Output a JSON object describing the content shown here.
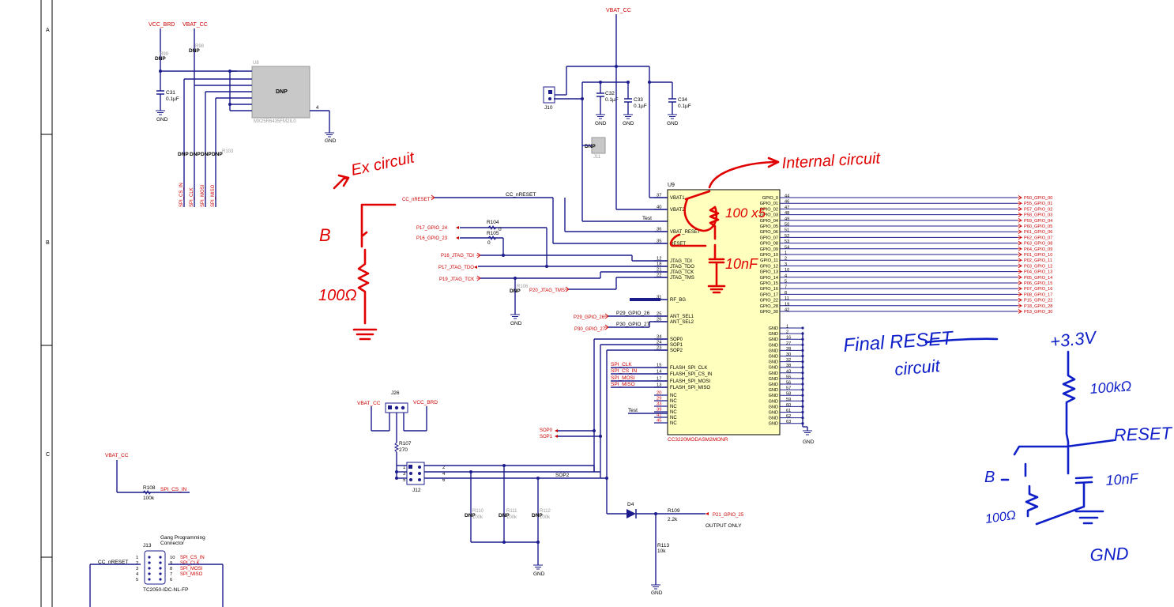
{
  "frame": {
    "zones": [
      "A",
      "B",
      "C"
    ]
  },
  "top_left": {
    "vcc_brd": "VCC_BRD",
    "vbat_cc": "VBAT_CC",
    "r99": "R99",
    "r98": "R98",
    "dnp": "DNP",
    "c31": "C31",
    "c31_val": "0.1µF",
    "gnd": "GND",
    "u8": "U8",
    "u8_part": "MX25R6435FM2IL0",
    "u8_body": "DNP",
    "u8_pin4": "4",
    "r103": "R103",
    "spi_nets": [
      "SPI_CS_IN",
      "SPI_CLK",
      "SPI_MOSI",
      "SPI_MISO"
    ]
  },
  "top_center": {
    "vbat_cc": "VBAT_CC",
    "j10": "J10",
    "j11": "J11",
    "j11_body": "DNP",
    "c32": "C32",
    "c33": "C33",
    "c34": "C34",
    "cap_val": "0.1µF",
    "gnd": "GND"
  },
  "u9": {
    "ref": "U9",
    "part": "CC3220MODASM2MONR",
    "left_pins": [
      {
        "num": "37",
        "name": "VBAT1"
      },
      {
        "num": "40",
        "name": "VBAT2"
      },
      {
        "num": "36",
        "name": "VBAT_RESET"
      },
      {
        "num": "35",
        "name": "RESET"
      },
      {
        "num": "12",
        "name": "JTAG_TDI"
      },
      {
        "num": "18",
        "name": "JTAG_TDO"
      },
      {
        "num": "21",
        "name": "JTAG_TCK"
      },
      {
        "num": "22",
        "name": "JTAG_TMS"
      },
      {
        "num": "31",
        "name": "RF_BG"
      },
      {
        "num": "25",
        "name": "ANT_SEL1"
      },
      {
        "num": "26",
        "name": "ANT_SEL2"
      },
      {
        "num": "34",
        "name": "SOP0"
      },
      {
        "num": "24",
        "name": "SOP1"
      },
      {
        "num": "23",
        "name": "SOP2"
      },
      {
        "num": "15",
        "name": "FLASH_SPI_CLK"
      },
      {
        "num": "14",
        "name": "FLASH_SPI_CS_IN"
      },
      {
        "num": "17",
        "name": "FLASH_SPI_MOSI"
      },
      {
        "num": "13",
        "name": "FLASH_SPI_MISO"
      },
      {
        "num": "20",
        "name": "NC"
      },
      {
        "num": "29",
        "name": "NC"
      },
      {
        "num": "33",
        "name": "NC"
      },
      {
        "num": "39",
        "name": "NC"
      },
      {
        "num": "41",
        "name": "NC"
      },
      {
        "num": "45",
        "name": "NC"
      }
    ],
    "gpio_pins": [
      {
        "num": "44",
        "name": "GPIO_0",
        "net": "P50_GPIO_00"
      },
      {
        "num": "46",
        "name": "GPIO_01",
        "net": "P55_GPIO_01"
      },
      {
        "num": "47",
        "name": "GPIO_02",
        "net": "P57_GPIO_02"
      },
      {
        "num": "48",
        "name": "GPIO_03",
        "net": "P58_GPIO_03"
      },
      {
        "num": "49",
        "name": "GPIO_04",
        "net": "P59_GPIO_04"
      },
      {
        "num": "50",
        "name": "GPIO_05",
        "net": "P60_GPIO_05"
      },
      {
        "num": "51",
        "name": "GPIO_06",
        "net": "P61_GPIO_06"
      },
      {
        "num": "52",
        "name": "GPIO_07",
        "net": "P62_GPIO_07"
      },
      {
        "num": "53",
        "name": "GPIO_08",
        "net": "P63_GPIO_08"
      },
      {
        "num": "54",
        "name": "GPIO_09",
        "net": "P64_GPIO_09"
      },
      {
        "num": "1",
        "name": "GPIO_10",
        "net": "P01_GPIO_10"
      },
      {
        "num": "2",
        "name": "GPIO_11",
        "net": "P02_GPIO_11"
      },
      {
        "num": "3",
        "name": "GPIO_12",
        "net": "P03_GPIO_12"
      },
      {
        "num": "10",
        "name": "GPIO_13",
        "net": "P04_GPIO_13"
      },
      {
        "num": "4",
        "name": "GPIO_14",
        "net": "P05_GPIO_14"
      },
      {
        "num": "5",
        "name": "GPIO_15",
        "net": "P06_GPIO_15"
      },
      {
        "num": "7",
        "name": "GPIO_16",
        "net": "P07_GPIO_16"
      },
      {
        "num": "8",
        "name": "GPIO_17",
        "net": "P08_GPIO_17"
      },
      {
        "num": "11",
        "name": "GPIO_22",
        "net": "P15_GPIO_22"
      },
      {
        "num": "19",
        "name": "GPIO_28",
        "net": "P18_GPIO_28"
      },
      {
        "num": "42",
        "name": "GPIO_30",
        "net": "P53_GPIO_30"
      }
    ],
    "gnd_pins": [
      "1",
      "2",
      "16",
      "27",
      "28",
      "30",
      "32",
      "38",
      "43",
      "55",
      "56",
      "57",
      "58",
      "59",
      "60",
      "61",
      "62",
      "63"
    ],
    "gnd_name": "GND"
  },
  "left_mid": {
    "cc_nreset": "CC_nRESET",
    "cc_nreset_net": "CC_nRESET",
    "p17_gpio24": "P17_GPIO_24",
    "p16_gpio23": "P16_GPIO_23",
    "r104": "R104",
    "r105": "R105",
    "zero": "0",
    "p16_tdi": "P16_JTAG_TDI",
    "p17_tdo": "P17_JTAG_TDO",
    "p19_tck": "P19_JTAG_TCK",
    "p20_tms": "P20_JTAG_TMS",
    "r106": "R106",
    "dnp": "DNP",
    "gnd": "GND",
    "test": "Test",
    "p29": "P29_GPIO_26",
    "p30": "P30_GPIO_27",
    "p29_wire": "P29_GPIO_26",
    "p30_wire": "P30_GPIO_27"
  },
  "lower": {
    "j26": "J26",
    "vbat_cc": "VBAT_CC",
    "vcc_brd": "VCC_BRD",
    "r107": "R107",
    "r107_val": "270",
    "j12": "J12",
    "j12_pins": [
      "1",
      "2",
      "3",
      "4",
      "5",
      "6"
    ],
    "sop0": "SOP0",
    "sop1": "SOP1",
    "sop2": "SOP2",
    "r110": "R110",
    "r111": "R111",
    "r112": "R112",
    "r_val": "100k",
    "dnp": "DNP",
    "d4": "D4",
    "r109": "R109",
    "r109_val": "2.2k",
    "p21": "P21_GPIO_25",
    "output_only": "OUTPUT ONLY",
    "r113": "R113",
    "r113_val": "10k",
    "gnd": "GND",
    "spi": [
      "SPI_CLK",
      "SPI_CS_IN",
      "SPI_MOSI",
      "SPI_MISO"
    ],
    "test": "Test",
    "vbat_cc2": "VBAT_CC",
    "r108": "R108",
    "r108_val": "100k",
    "spi_cs_in": "SPI_CS_IN",
    "gang_title_1": "Gang Programming",
    "gang_title_2": "Connector",
    "j13": "J13",
    "j13_part": "TC2050-IDC-NL-FP",
    "j13_left": [
      "1",
      "2",
      "3",
      "4",
      "5"
    ],
    "j13_right": [
      "10",
      "9",
      "8",
      "7",
      "6"
    ],
    "j13_nets": [
      "SPI_CS_IN",
      "SPI_CLK",
      "SPI_MOSI",
      "SPI_MISO"
    ],
    "cc_nreset": "CC_nRESET"
  },
  "handwritten": {
    "ex_circuit": "Ex circuit",
    "internal_circuit": "Internal circuit",
    "b_switch": "B",
    "r_100ohm": "100Ω",
    "r_100k_x5": "100 x5",
    "c_10nf": "10nF",
    "final_reset_1": "Final RESET",
    "final_reset_2": "circuit",
    "v33": "+3.3V",
    "r_100k": "100kΩ",
    "reset": "RESET",
    "b2": "B",
    "c_10nf_2": "10nF",
    "r_100_2": "100Ω",
    "gnd": "GND"
  },
  "colors": {
    "wire": "#1c1c8c",
    "net_label": "#cc0000",
    "ic_fill": "#ffffbe",
    "red_ink": "#e00000",
    "blue_ink": "#1020c8"
  }
}
